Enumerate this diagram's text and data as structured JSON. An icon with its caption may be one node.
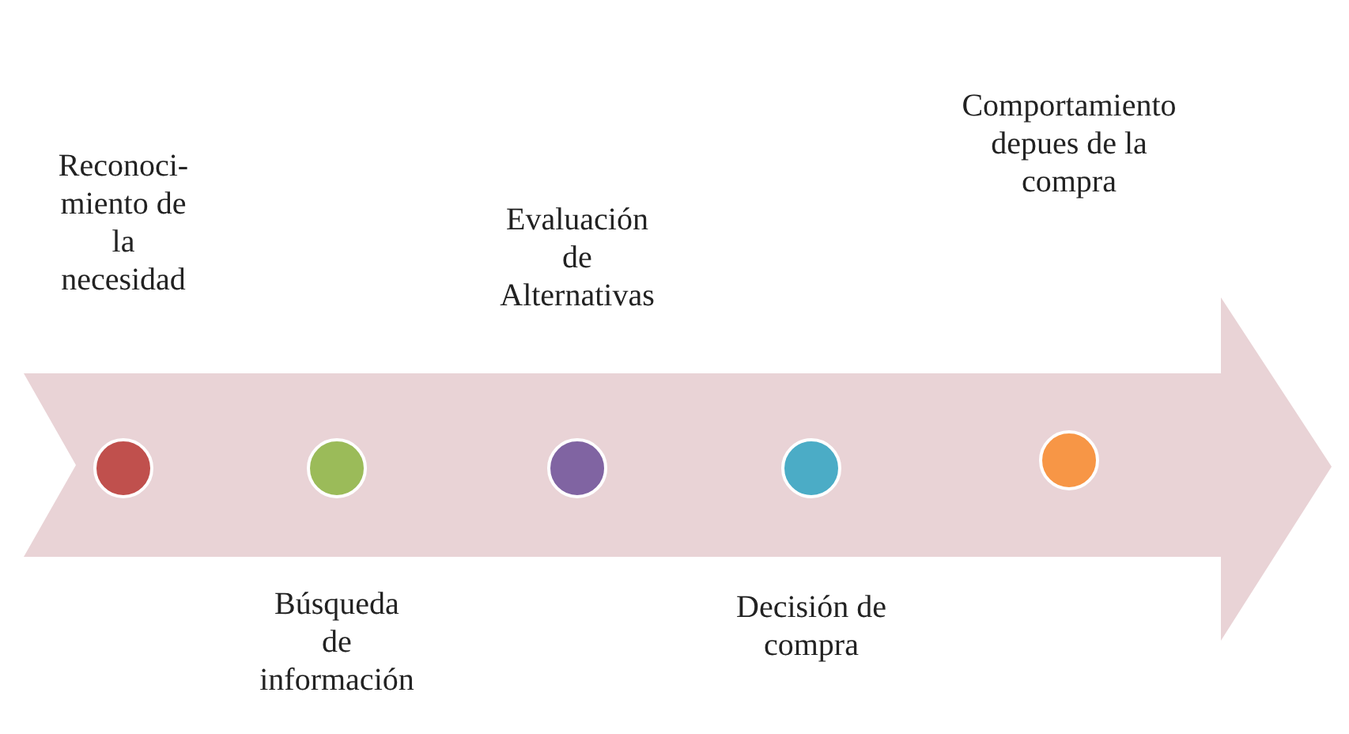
{
  "diagram": {
    "nodes": [
      {
        "text": [],
        "shape": "circle"
      },
      {
        "text": [],
        "shape": "circle",
        "beside": [
          "Búsqueda de información"
        ]
      },
      {
        "text": [],
        "shape": "circle"
      },
      {
        "text": [],
        "shape": "circle",
        "beside": [
          "Decisión de compra"
        ]
      },
      {
        "text": [],
        "shape": "circle"
      }
    ],
    "edges": [],
    "labels": [
      "Comportamiento depues de la compra",
      "Reconoci- miento de la necesidad",
      "Evaluación de Alternativas"
    ]
  }
}
